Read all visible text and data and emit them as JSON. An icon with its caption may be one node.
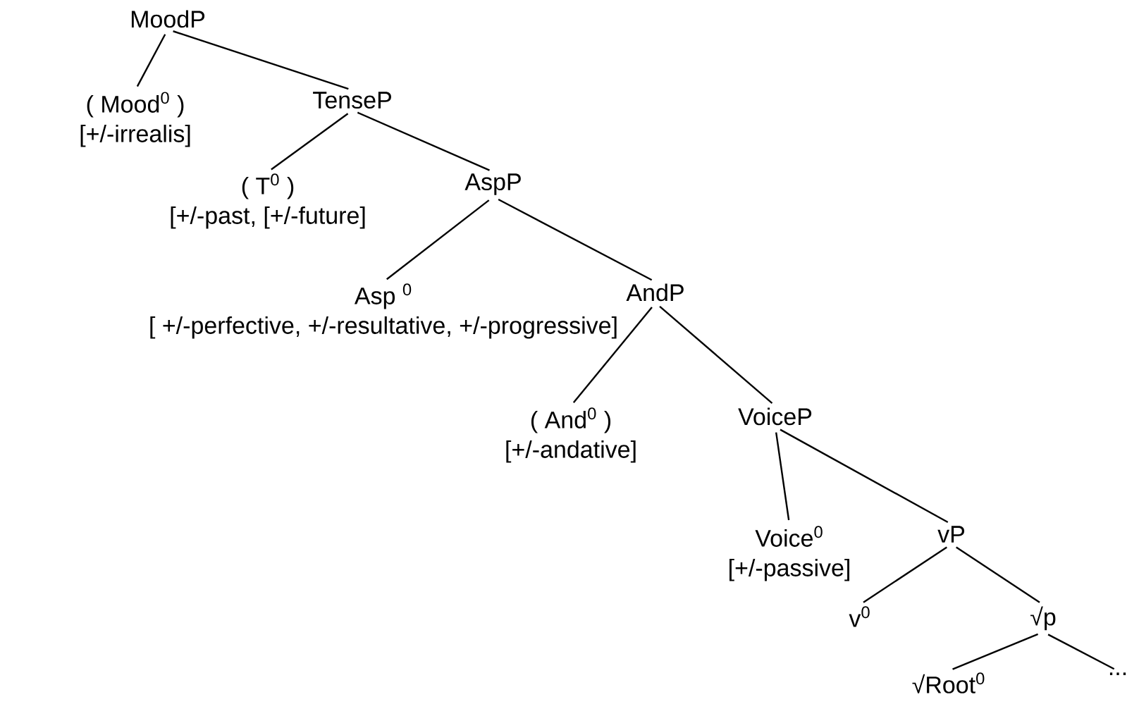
{
  "diagram": {
    "nodes": [
      {
        "text": [
          "MoodP"
        ]
      },
      {
        "text": [
          "( Mood$^{0}$ )",
          "[+/-irrealis]"
        ]
      },
      {
        "text": [
          "TenseP"
        ]
      },
      {
        "text": [
          "( T$^{0}$ )",
          "[+/-past, [+/-future]"
        ]
      },
      {
        "text": [
          "AspP"
        ]
      },
      {
        "text": [
          "Asp $^{0}$",
          "[ +/-perfective, +/-resultative, +/-progressive]"
        ]
      },
      {
        "text": [
          "AndP"
        ]
      },
      {
        "text": [
          "( And$^{0}$ )",
          "[+/-andative]"
        ]
      },
      {
        "text": [
          "VoiceP"
        ]
      },
      {
        "text": [
          "Voice$^{0}$",
          "[+/-passive]"
        ]
      },
      {
        "text": [
          "vP"
        ]
      },
      {
        "text": [
          "v$^{0}$"
        ]
      },
      {
        "text": [
          "√p"
        ]
      },
      {
        "text": [
          "√Root$^{0}$"
        ]
      },
      {
        "text": [
          "..."
        ]
      }
    ],
    "edges": [
      {
        "from": 0,
        "to": 1,
        "arrow": "none"
      },
      {
        "from": 0,
        "to": 2,
        "arrow": "none"
      },
      {
        "from": 2,
        "to": 3,
        "arrow": "none"
      },
      {
        "from": 2,
        "to": 4,
        "arrow": "none"
      },
      {
        "from": 4,
        "to": 5,
        "arrow": "none"
      },
      {
        "from": 4,
        "to": 6,
        "arrow": "none"
      },
      {
        "from": 6,
        "to": 7,
        "arrow": "none"
      },
      {
        "from": 6,
        "to": 8,
        "arrow": "none"
      },
      {
        "from": 8,
        "to": 9,
        "arrow": "none"
      },
      {
        "from": 8,
        "to": 10,
        "arrow": "none"
      },
      {
        "from": 10,
        "to": 11,
        "arrow": "none"
      },
      {
        "from": 10,
        "to": 12,
        "arrow": "none"
      },
      {
        "from": 12,
        "to": 13,
        "arrow": "none"
      },
      {
        "from": 12,
        "to": 14,
        "arrow": "none"
      }
    ]
  }
}
